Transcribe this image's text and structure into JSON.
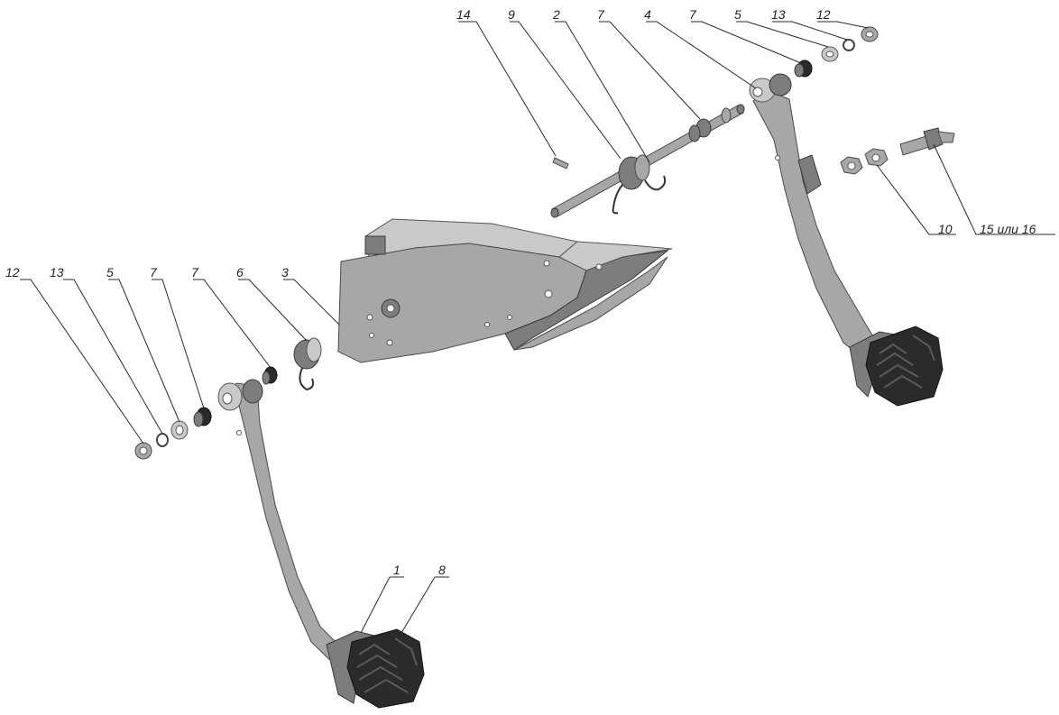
{
  "callouts": [
    {
      "id": "c-left-12",
      "label": "12"
    },
    {
      "id": "c-left-13",
      "label": "13"
    },
    {
      "id": "c-left-5",
      "label": "5"
    },
    {
      "id": "c-left-7a",
      "label": "7"
    },
    {
      "id": "c-left-7b",
      "label": "7"
    },
    {
      "id": "c-left-6",
      "label": "6"
    },
    {
      "id": "c-left-3",
      "label": "3"
    },
    {
      "id": "c-top-14",
      "label": "14"
    },
    {
      "id": "c-top-9",
      "label": "9"
    },
    {
      "id": "c-top-2",
      "label": "2"
    },
    {
      "id": "c-top-7a",
      "label": "7"
    },
    {
      "id": "c-top-4",
      "label": "4"
    },
    {
      "id": "c-top-7b",
      "label": "7"
    },
    {
      "id": "c-top-5",
      "label": "5"
    },
    {
      "id": "c-top-13",
      "label": "13"
    },
    {
      "id": "c-top-12",
      "label": "12"
    },
    {
      "id": "c-right-10",
      "label": "10"
    },
    {
      "id": "c-right-15-16",
      "label": "15 или 16"
    },
    {
      "id": "c-bottom-1",
      "label": "1"
    },
    {
      "id": "c-bottom-8",
      "label": "8"
    }
  ]
}
